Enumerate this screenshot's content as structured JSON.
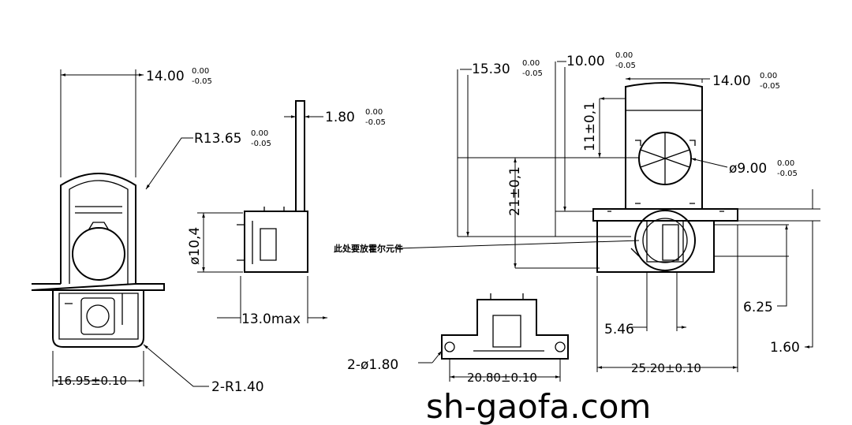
{
  "dimensions": {
    "left_width": "14.00",
    "left_width_tol_upper": "0.00",
    "left_width_tol_lower": "-0.05",
    "radius": "R13.65",
    "radius_tol_upper": "0.00",
    "radius_tol_lower": "-0.05",
    "left_base_width": "16.95±0.10",
    "corner_radius": "2-R1.40",
    "tab_thickness": "1.80",
    "tab_tol_upper": "0.00",
    "tab_tol_lower": "-0.05",
    "side_diameter": "ø10,4",
    "side_length": "13.0max",
    "hole_diameter": "2-ø1.80",
    "bottom_width": "20.80±0.10",
    "height_1": "15.30",
    "height_1_tol_upper": "0.00",
    "height_1_tol_lower": "-0.05",
    "height_2": "10.00",
    "height_2_tol_upper": "0.00",
    "height_2_tol_lower": "-0.05",
    "right_width": "14.00",
    "right_width_tol_upper": "0.00",
    "right_width_tol_lower": "-0.05",
    "circle_diameter": "ø9.00",
    "circle_tol_upper": "0.00",
    "circle_tol_lower": "-0.05",
    "dim_11": "11±0,1",
    "dim_21": "21±0,1",
    "dim_546": "5.46",
    "dim_625": "6.25",
    "dim_160": "1.60",
    "base_width": "25.20±0.10"
  },
  "note": "此处要放霍尔元件",
  "watermark": "sh-gaofa.com"
}
